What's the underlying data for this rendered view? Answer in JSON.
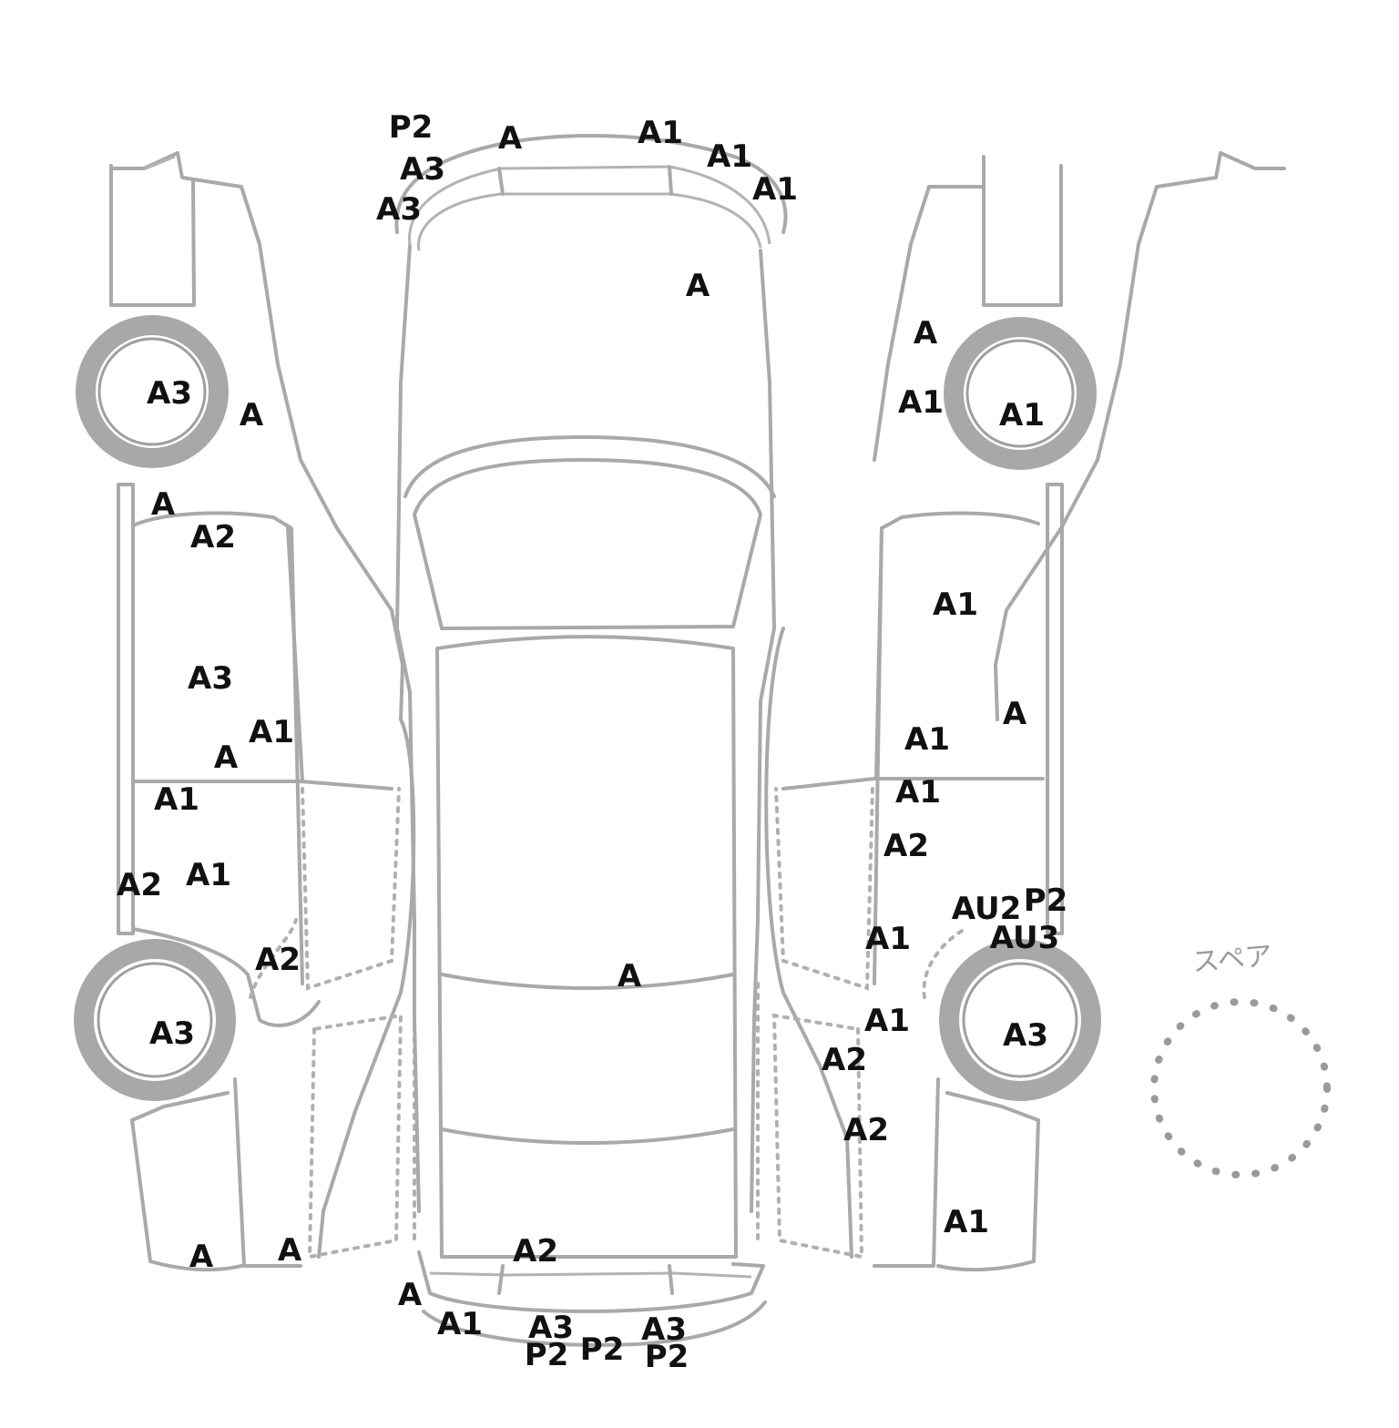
{
  "diagram": {
    "spare_label": "スペア",
    "marks": [
      "P2",
      "A",
      "A1",
      "A3",
      "A1",
      "A1",
      "A3",
      "A",
      "A3",
      "A",
      "A",
      "A1",
      "A1",
      "A",
      "A2",
      "A1",
      "A3",
      "A",
      "A1",
      "A1",
      "A",
      "A1",
      "A1",
      "A2",
      "A2",
      "A1",
      "AU2",
      "P2",
      "AU3",
      "A1",
      "A2",
      "A",
      "A3",
      "A1",
      "A3",
      "A2",
      "A2",
      "A1",
      "A",
      "A",
      "A2",
      "A",
      "A1",
      "A3",
      "P2",
      "P2",
      "A3",
      "P2"
    ]
  }
}
